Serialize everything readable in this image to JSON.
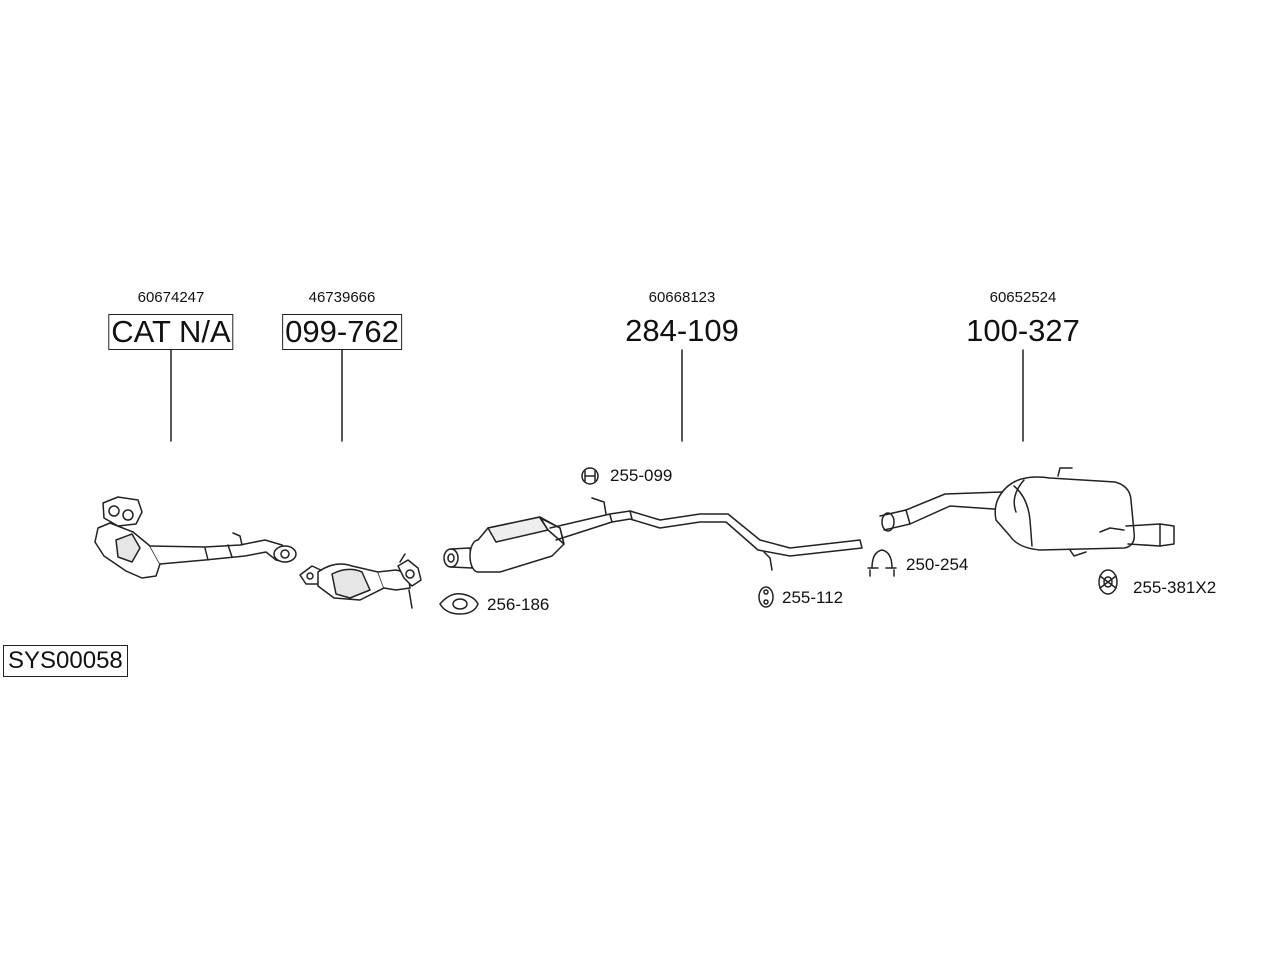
{
  "system_id": "SYS00058",
  "main_parts": [
    {
      "oem": "60674247",
      "number": "CAT N/A",
      "boxed": true
    },
    {
      "oem": "46739666",
      "number": "099-762",
      "boxed": true
    },
    {
      "oem": "60668123",
      "number": "284-109",
      "boxed": false
    },
    {
      "oem": "60652524",
      "number": "100-327",
      "boxed": false
    }
  ],
  "accessories": [
    {
      "number": "255-099",
      "icon": "rubber-hanger-icon"
    },
    {
      "number": "256-186",
      "icon": "gasket-icon"
    },
    {
      "number": "255-112",
      "icon": "rubber-ring-icon"
    },
    {
      "number": "250-254",
      "icon": "clamp-icon"
    },
    {
      "number": "255-381X2",
      "icon": "rubber-mount-icon"
    }
  ]
}
